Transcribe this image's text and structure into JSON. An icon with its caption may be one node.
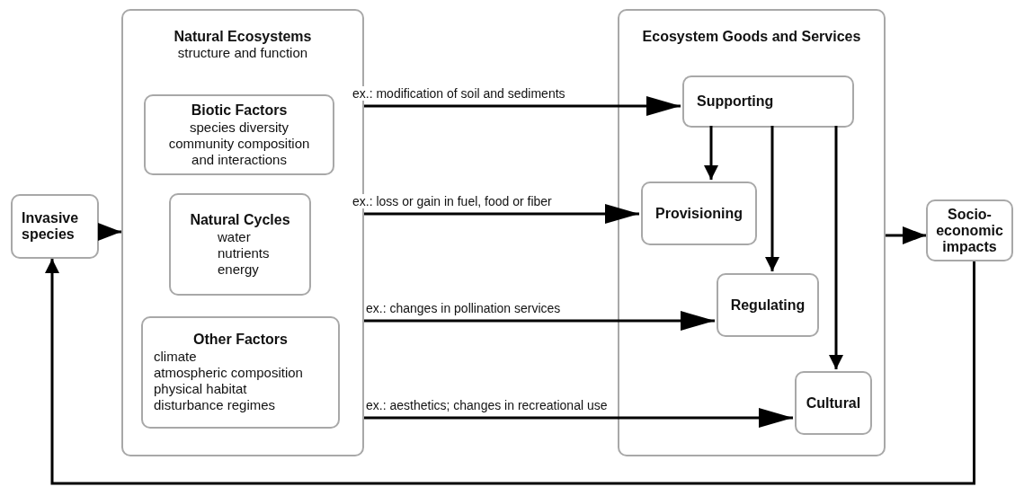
{
  "diagram": {
    "nodes": [
      {
        "text": [
          "Invasive species"
        ]
      },
      {
        "text": [
          "Natural Ecosystems",
          "structure and function"
        ]
      },
      {
        "text": [
          "Biotic Factors",
          "species diversity",
          "community composition and interactions"
        ],
        "in": 1
      },
      {
        "text": [
          "Natural Cycles",
          "water",
          "nutrients",
          "energy"
        ],
        "in": 1
      },
      {
        "text": [
          "Other Factors",
          "climate",
          "atmospheric composition",
          "physical habitat",
          "disturbance regimes"
        ],
        "in": 1
      },
      {
        "text": [
          "Ecosystem Goods and Services"
        ]
      },
      {
        "text": [
          "Supporting"
        ],
        "in": 5
      },
      {
        "text": [
          "Provisioning"
        ],
        "in": 5
      },
      {
        "text": [
          "Regulating"
        ],
        "in": 5
      },
      {
        "text": [
          "Cultural"
        ],
        "in": 5
      },
      {
        "text": [
          "Socio-economic impacts"
        ]
      }
    ],
    "edges": [
      {
        "from": 0,
        "to": 1,
        "arrow": "to"
      },
      {
        "from": 1,
        "to": 6,
        "arrow": "to",
        "label": "ex.: modification of soil and sediments"
      },
      {
        "from": 1,
        "to": 7,
        "arrow": "to",
        "label": "ex.: loss or gain in fuel, food or fiber"
      },
      {
        "from": 1,
        "to": 8,
        "arrow": "to",
        "label": "ex.: changes in pollination services"
      },
      {
        "from": 1,
        "to": 9,
        "arrow": "to",
        "label": "ex.: aesthetics; changes in recreational use"
      },
      {
        "from": 6,
        "to": 7,
        "arrow": "to"
      },
      {
        "from": 6,
        "to": 8,
        "arrow": "to"
      },
      {
        "from": 6,
        "to": 9,
        "arrow": "to"
      },
      {
        "from": 5,
        "to": 10,
        "arrow": "to"
      },
      {
        "from": 10,
        "to": 0,
        "arrow": "to"
      }
    ]
  }
}
